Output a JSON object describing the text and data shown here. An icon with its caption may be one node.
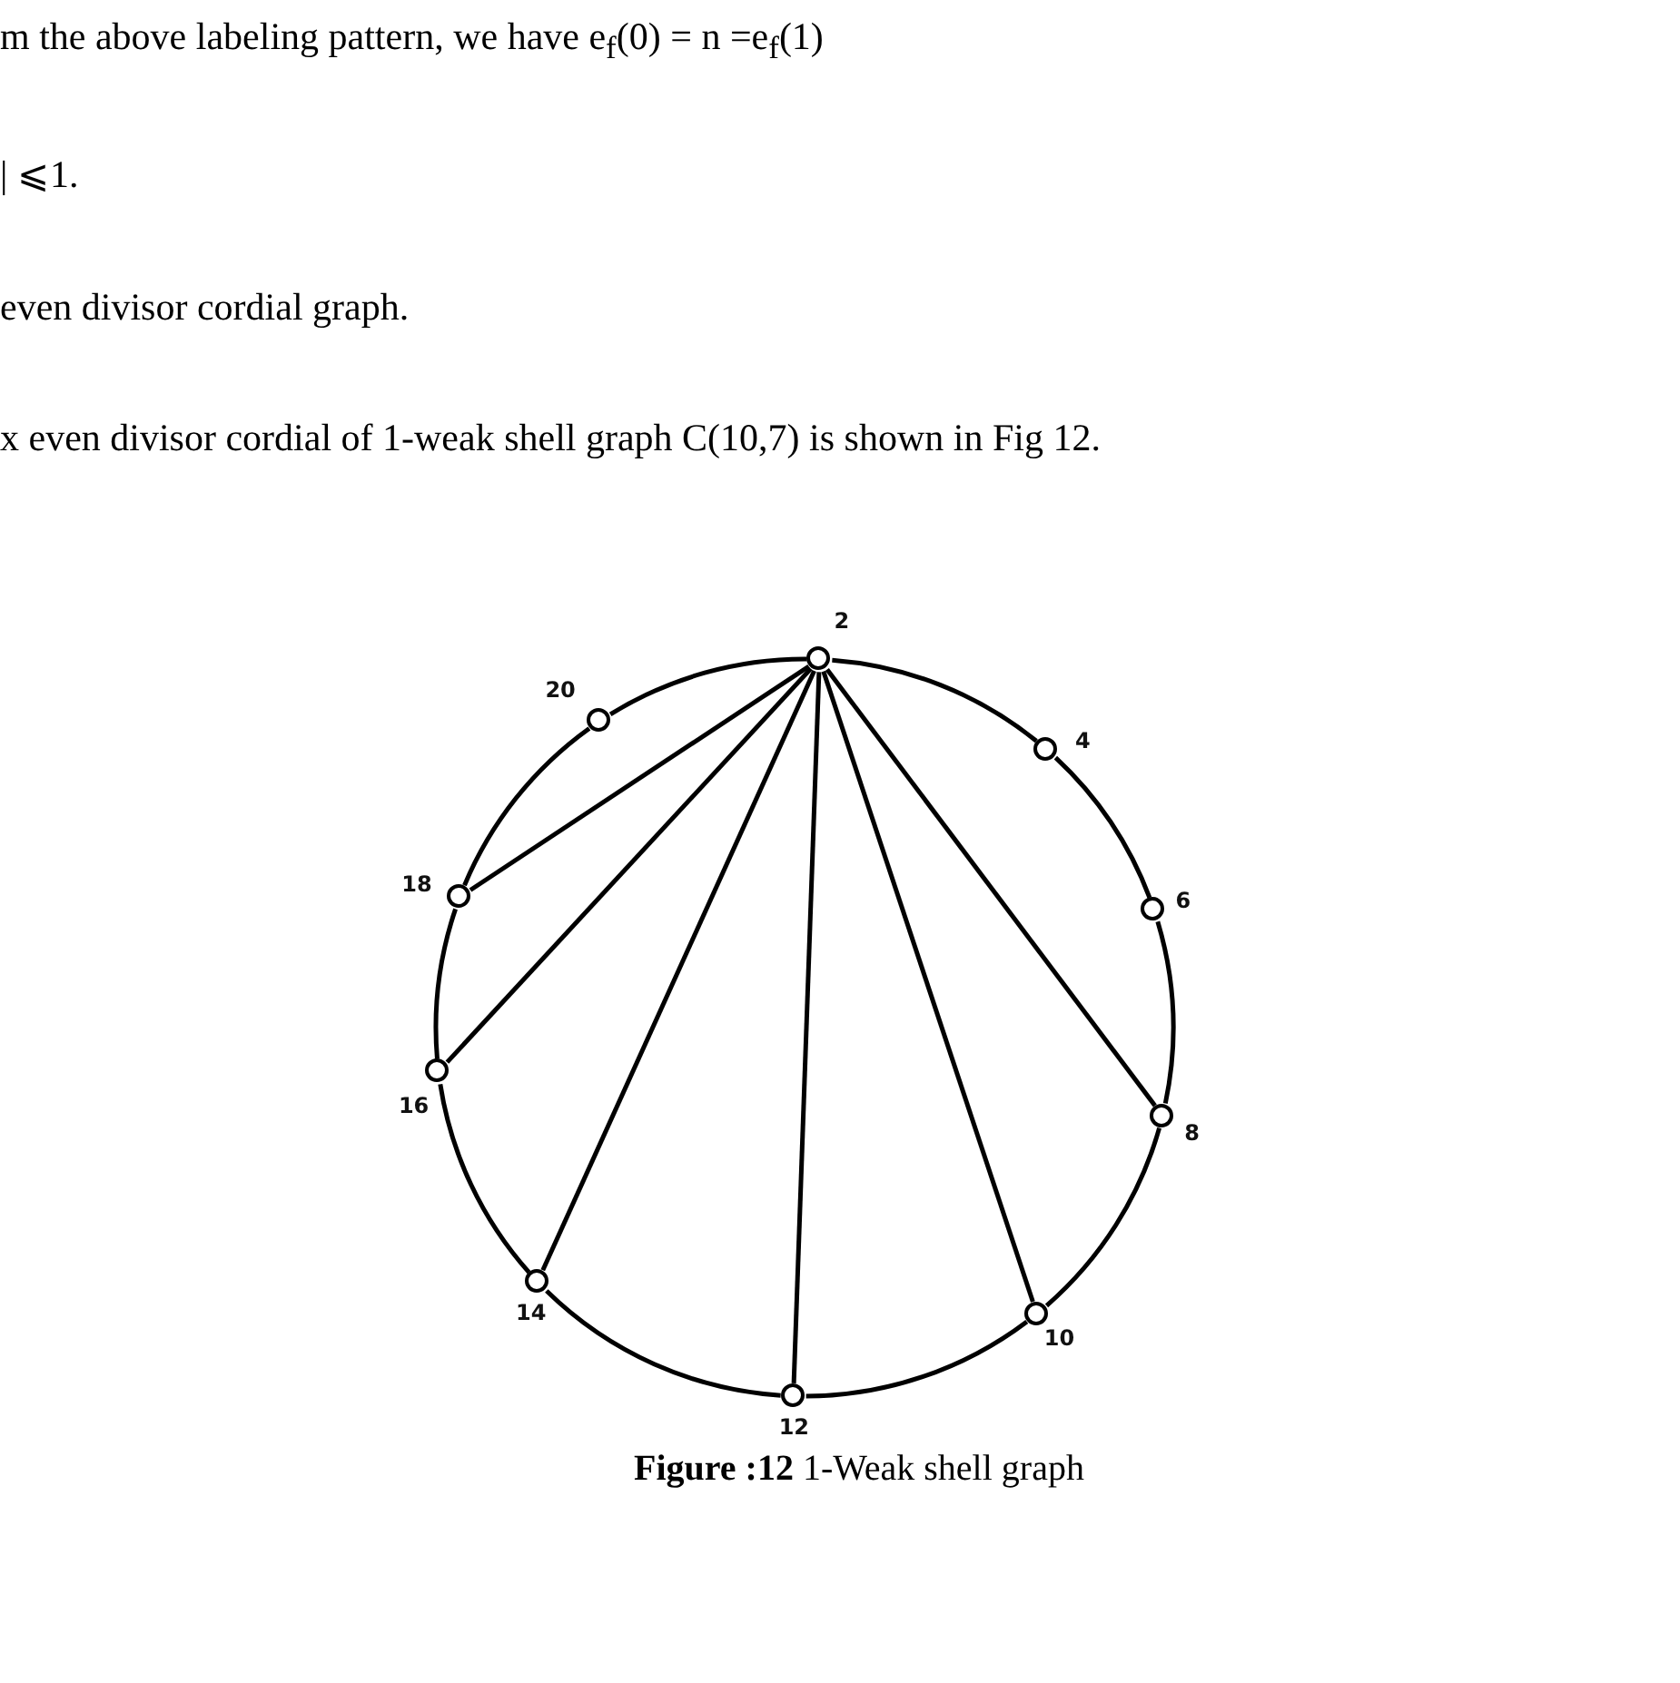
{
  "diagram": {
    "caption": "**Figure :12** 1-Weak shell graph",
    "nodes": [
      {
        "text": [
          "2"
        ]
      },
      {
        "text": [
          "4"
        ]
      },
      {
        "text": [
          "6"
        ]
      },
      {
        "text": [
          "8"
        ]
      },
      {
        "text": [
          "10"
        ]
      },
      {
        "text": [
          "12"
        ]
      },
      {
        "text": [
          "14"
        ]
      },
      {
        "text": [
          "16"
        ]
      },
      {
        "text": [
          "18"
        ]
      },
      {
        "text": [
          "20"
        ]
      }
    ],
    "edges": [
      {
        "from": 0,
        "to": 1,
        "arrow": "none"
      },
      {
        "from": 1,
        "to": 2,
        "arrow": "none"
      },
      {
        "from": 2,
        "to": 3,
        "arrow": "none"
      },
      {
        "from": 3,
        "to": 4,
        "arrow": "none"
      },
      {
        "from": 4,
        "to": 5,
        "arrow": "none"
      },
      {
        "from": 5,
        "to": 6,
        "arrow": "none"
      },
      {
        "from": 6,
        "to": 7,
        "arrow": "none"
      },
      {
        "from": 7,
        "to": 8,
        "arrow": "none"
      },
      {
        "from": 8,
        "to": 9,
        "arrow": "none"
      },
      {
        "from": 9,
        "to": 0,
        "arrow": "none"
      },
      {
        "from": 0,
        "to": 3,
        "arrow": "none"
      },
      {
        "from": 0,
        "to": 4,
        "arrow": "none"
      },
      {
        "from": 0,
        "to": 5,
        "arrow": "none"
      },
      {
        "from": 0,
        "to": 6,
        "arrow": "none"
      },
      {
        "from": 0,
        "to": 7,
        "arrow": "none"
      },
      {
        "from": 0,
        "to": 8,
        "arrow": "none"
      }
    ],
    "labels": [
      "m the above labeling pattern, we have e$_{f}$(0) = n =e$_{f}$(1)",
      "| ⩽1.",
      "even divisor cordial graph.",
      "x even divisor cordial of 1-weak shell graph C(10,7) is shown in Fig 12."
    ]
  }
}
